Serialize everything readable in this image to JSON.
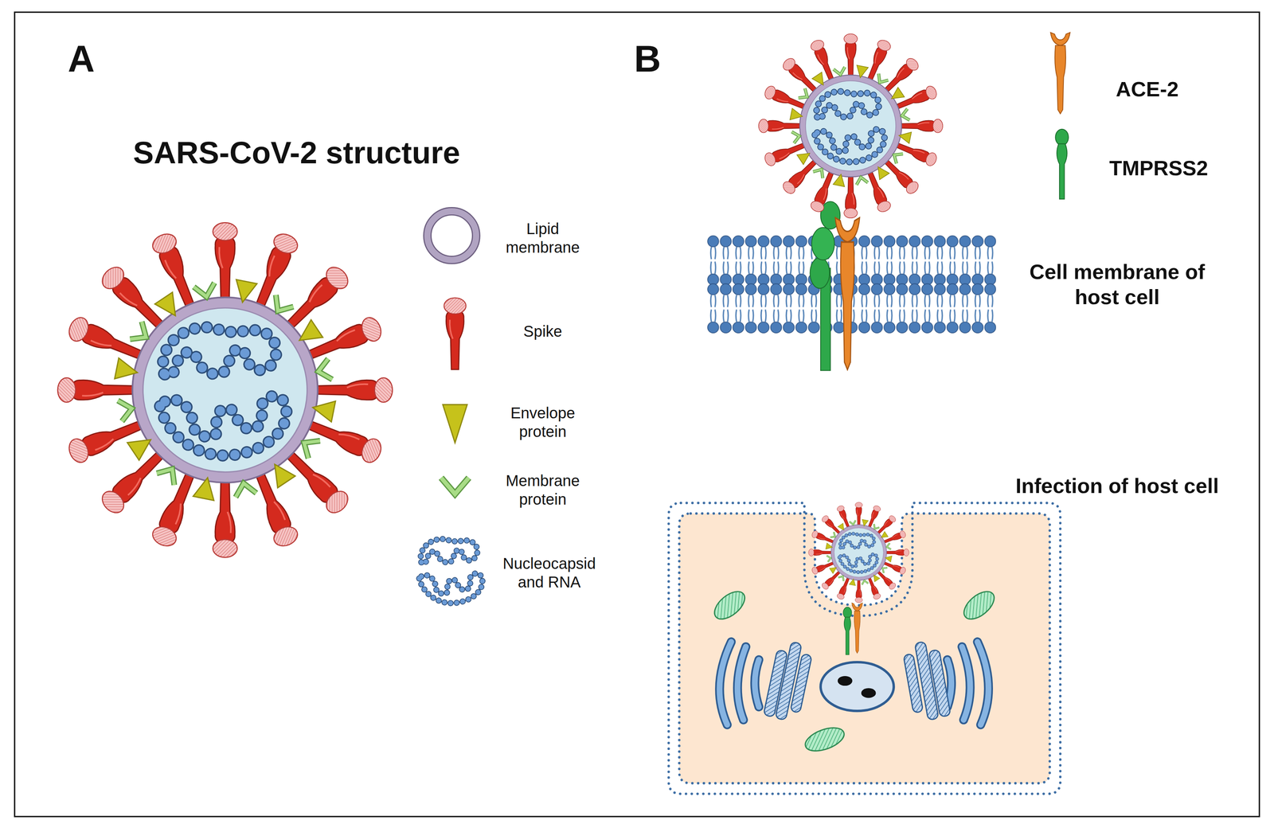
{
  "diagram": {
    "title": "SARS-CoV-2 structure",
    "labels": [
      "A",
      "B",
      "Cell membrane of host cell",
      "Infection of host cell"
    ],
    "legend": [
      {
        "text": "Lipid membrane"
      },
      {
        "text": "Spike"
      },
      {
        "text": "Envelope protein"
      },
      {
        "text": "Membrane protein"
      },
      {
        "text": "Nucleocapsid and RNA"
      },
      {
        "text": "ACE-2"
      },
      {
        "text": "TMPRSS2"
      }
    ]
  }
}
